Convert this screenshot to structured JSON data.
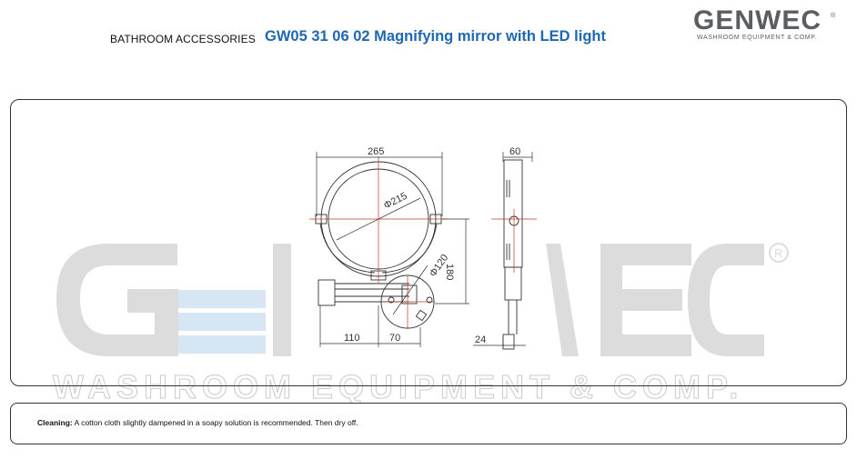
{
  "header": {
    "category": "BATHROOM ACCESSORIES",
    "product_title": "GW05 31 06 02 Magnifying mirror with LED light"
  },
  "logo": {
    "wordmark": "GENWEC",
    "registered_mark": "®",
    "tagline": "WASHROOM EQUIPMENT & COMP.",
    "color": "#5a5e63"
  },
  "watermark": {
    "tagline": "WASHROOM EQUIPMENT & COMP.",
    "color": "#dcdcdc",
    "accent": "#d6e6f5"
  },
  "drawing": {
    "dimensions": {
      "width_total": "265",
      "mirror_diameter": "Φ215",
      "base_diameter": "Φ120",
      "height_center": "180",
      "depth_total": "60",
      "arm_length": "110",
      "base_offset": "70",
      "side_base": "24"
    }
  },
  "notes": {
    "cleaning_label": "Cleaning:",
    "cleaning_text": " A cotton cloth slightly dampened in a soapy solution is recommended. Then dry off."
  },
  "colors": {
    "title_blue": "#2067b3",
    "line": "#333333",
    "dim_red": "#c0392b"
  }
}
